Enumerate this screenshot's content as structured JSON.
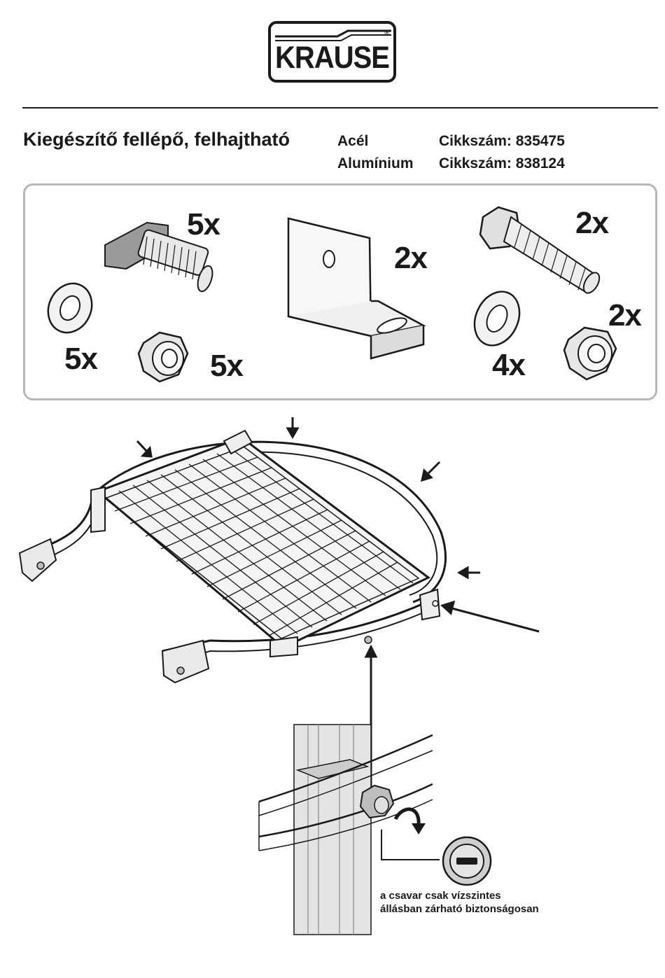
{
  "logo": {
    "text": "KRAUSE",
    "reg": "®"
  },
  "header": {
    "title": "Kiegészítő fellépő, felhajtható",
    "variants": [
      {
        "material": "Acél",
        "article": "Cikkszám: 835475"
      },
      {
        "material": "Alumínium",
        "article": "Cikkszám: 838124"
      }
    ]
  },
  "parts": {
    "t_bolt_qty": "5x",
    "washer_small_qty": "5x",
    "nut_small_qty": "5x",
    "angle_bracket_qty": "2x",
    "hex_bolt_qty": "2x",
    "washer_large_qty": "4x",
    "nut_large_qty": "2x"
  },
  "note": {
    "line1": "a csavar csak vízszintes",
    "line2": "állásban zárható biztonságosan"
  },
  "colors": {
    "ink": "#1a1a1a",
    "frame": "#b8b8b8",
    "metal": "#d9d9d9"
  }
}
